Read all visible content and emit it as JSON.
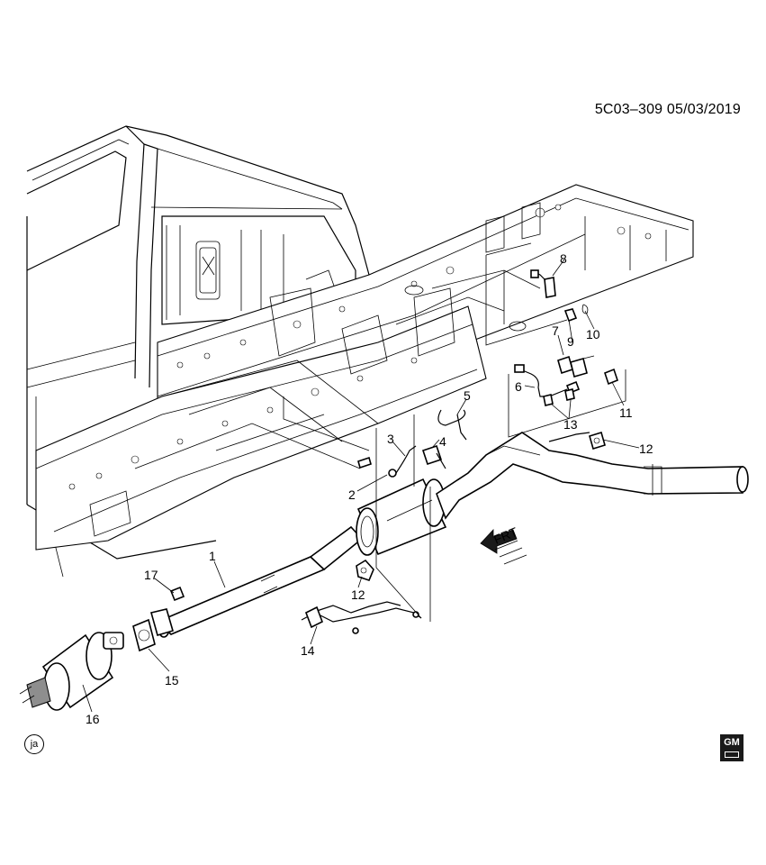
{
  "header": {
    "reference": "5C03–309  05/03/2019"
  },
  "callouts": [
    "1",
    "2",
    "3",
    "4",
    "5",
    "6",
    "7",
    "8",
    "9",
    "10",
    "11",
    "12",
    "12",
    "13",
    "14",
    "15",
    "16",
    "17"
  ],
  "direction_label": "FRT",
  "footer": {
    "badge_text": "ja",
    "logo_text": "GM"
  }
}
